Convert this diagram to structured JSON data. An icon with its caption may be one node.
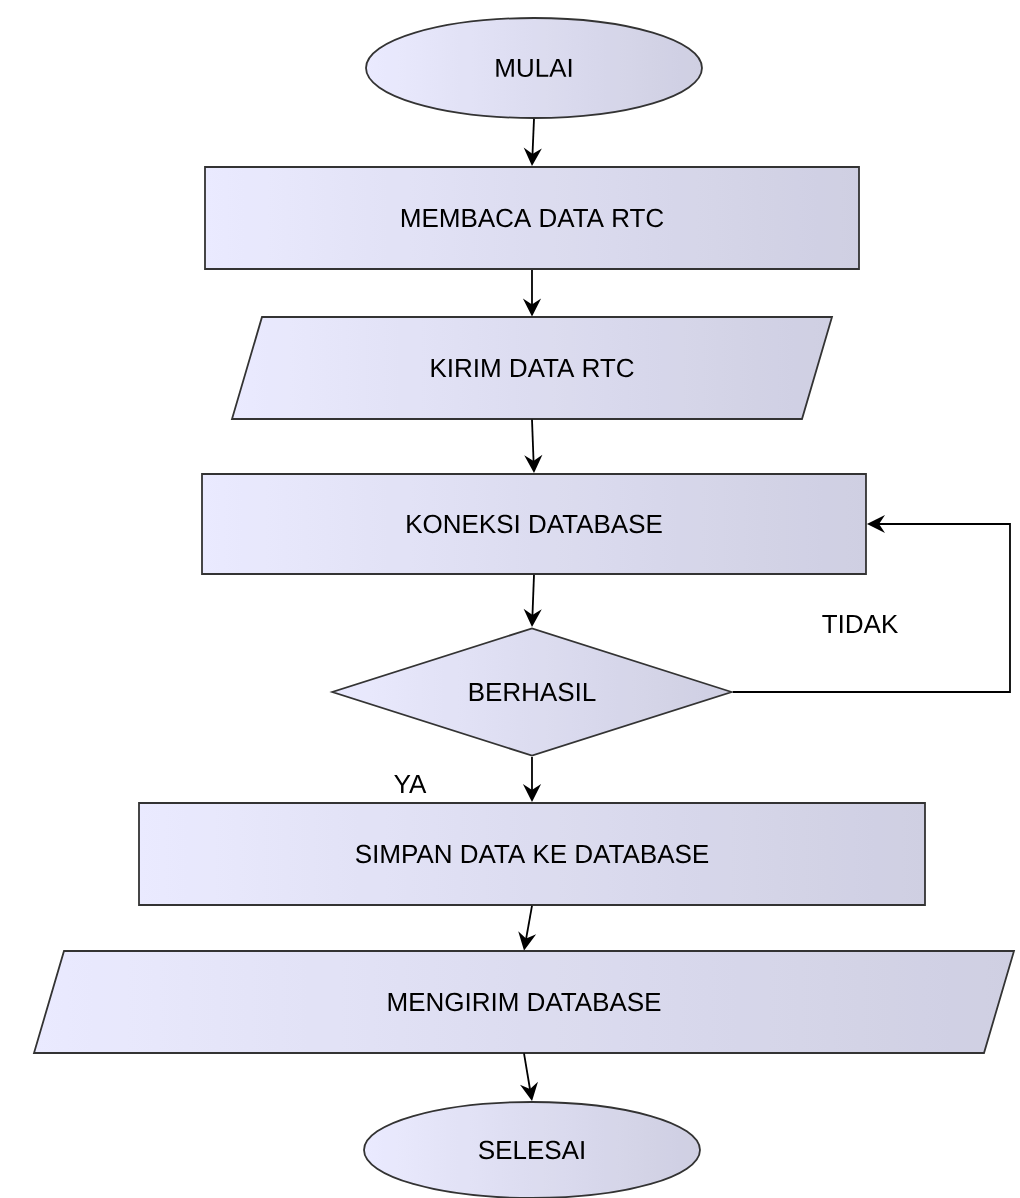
{
  "diagram": {
    "nodes": [
      {
        "text": [
          "MULAI"
        ]
      },
      {
        "text": [
          "MEMBACA DATA RTC"
        ]
      },
      {
        "text": [
          "KIRIM DATA RTC"
        ]
      },
      {
        "text": [
          "KONEKSI DATABASE"
        ]
      },
      {
        "text": [
          "BERHASIL"
        ]
      },
      {
        "text": [
          "SIMPAN DATA KE DATABASE"
        ]
      },
      {
        "text": [
          "MENGIRIM DATABASE"
        ]
      },
      {
        "text": [
          "SELESAI"
        ]
      }
    ],
    "edges": [
      {
        "from": 0,
        "to": 1,
        "arrow": "to"
      },
      {
        "from": 1,
        "to": 2,
        "arrow": "to"
      },
      {
        "from": 2,
        "to": 3,
        "arrow": "to"
      },
      {
        "from": 3,
        "to": 4,
        "arrow": "to"
      },
      {
        "from": 4,
        "to": 3,
        "arrow": "to",
        "label": "TIDAK"
      },
      {
        "from": 4,
        "to": 5,
        "arrow": "to",
        "label": "YA"
      },
      {
        "from": 5,
        "to": 6,
        "arrow": "to"
      },
      {
        "from": 6,
        "to": 7,
        "arrow": "to"
      }
    ]
  }
}
